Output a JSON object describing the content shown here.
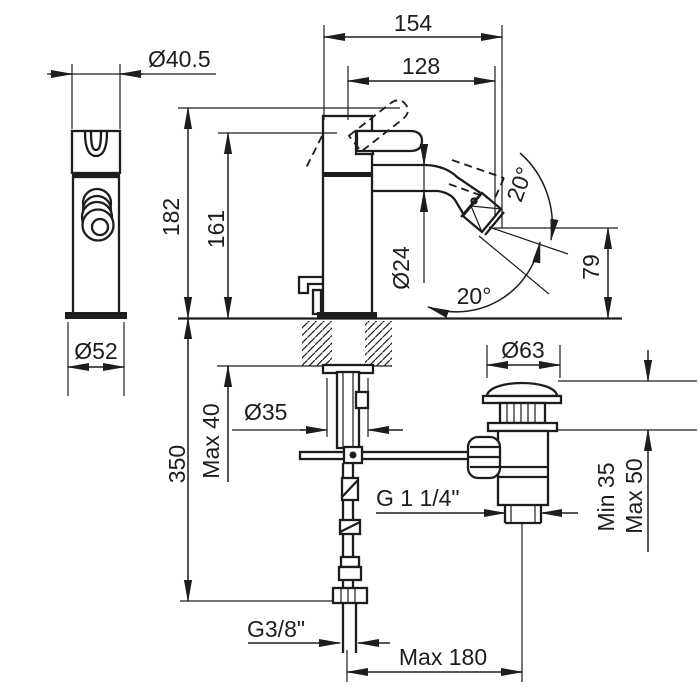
{
  "drawing": {
    "background": "#ffffff",
    "line_color": "#1d1d1f",
    "labels": {
      "proj_total": "154",
      "proj_spout": "128",
      "dia_cap": "Ø40.5",
      "h_total": "182",
      "h_lever": "161",
      "dia_base": "Ø52",
      "dia_spout": "Ø24",
      "angle_up": "20°",
      "angle_down": "20°",
      "h_outlet": "79",
      "dia_waste_cap": "Ø63",
      "deck_max": "Max 40",
      "dia_hole": "Ø35",
      "hose_len": "350",
      "thread_waste": "G 1 1/4\"",
      "clamp_min": "Min 35",
      "clamp_max": "Max 50",
      "thread_supply": "G3/8\"",
      "offset_max": "Max 180"
    }
  }
}
